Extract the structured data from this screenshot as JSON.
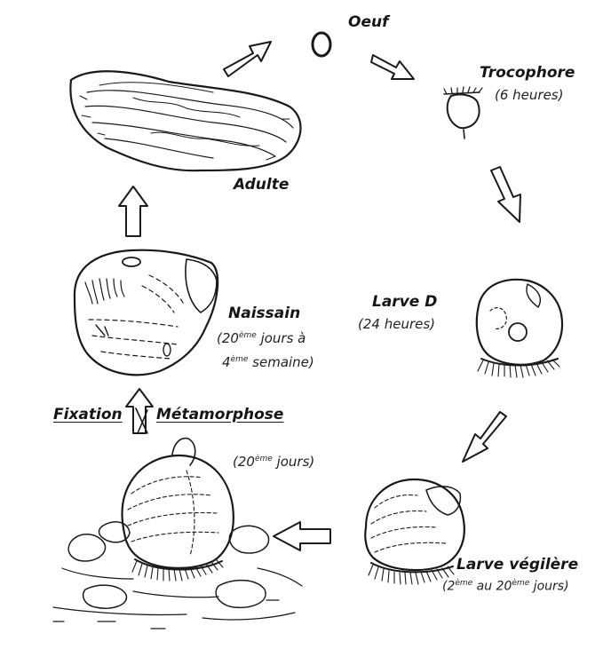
{
  "stages": {
    "egg": {
      "title": "Oeuf"
    },
    "trocophore": {
      "title": "Trocophore",
      "time": "(6 heures)"
    },
    "larve_d": {
      "title": "Larve D",
      "time": "(24 heures)"
    },
    "veliger": {
      "title": "Larve végilère",
      "time_prefix": "(2",
      "time_sup1": "ème",
      "time_mid": " au 20",
      "time_sup2": "ème",
      "time_suffix": " jours)"
    },
    "fixation": {
      "left": "Fixation",
      "right": "Métamorphose",
      "time_prefix": "(20",
      "time_sup": "ème",
      "time_suffix": " jours)"
    },
    "naissain": {
      "title": "Naissain",
      "line1_prefix": "(20",
      "line1_sup": "ème",
      "line1_suffix": " jours à",
      "line2_prefix": "4",
      "line2_sup": "ème",
      "line2_suffix": " semaine)"
    },
    "adult": {
      "title": "Adulte"
    }
  },
  "colors": {
    "ink": "#161616",
    "paper": "#ffffff"
  }
}
